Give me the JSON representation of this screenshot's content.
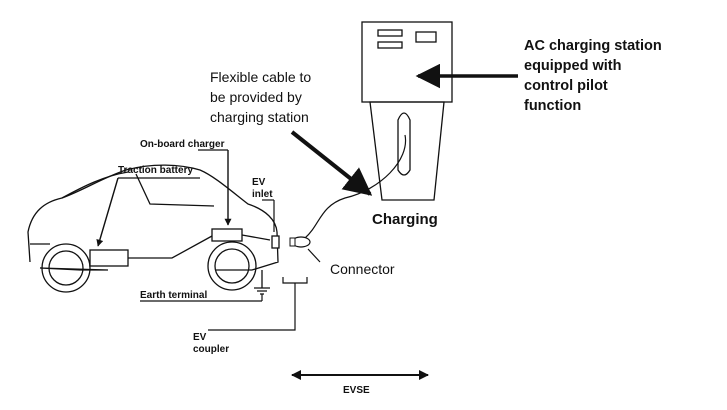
{
  "labels": {
    "ac_station": [
      "AC charging station",
      "equipped with",
      "control pilot",
      "function"
    ],
    "flexible_cable": [
      "Flexible cable to",
      "be provided by",
      "charging station"
    ],
    "onboard_charger": "On-board charger",
    "traction_battery": "Traction battery",
    "ev_inlet": [
      "EV",
      "inlet"
    ],
    "charging": "Charging",
    "connector": "Connector",
    "earth_terminal": "Earth terminal",
    "ev_coupler": [
      "EV",
      "coupler"
    ],
    "evse": "EVSE"
  },
  "colors": {
    "ink": "#111111",
    "background": "#ffffff"
  }
}
